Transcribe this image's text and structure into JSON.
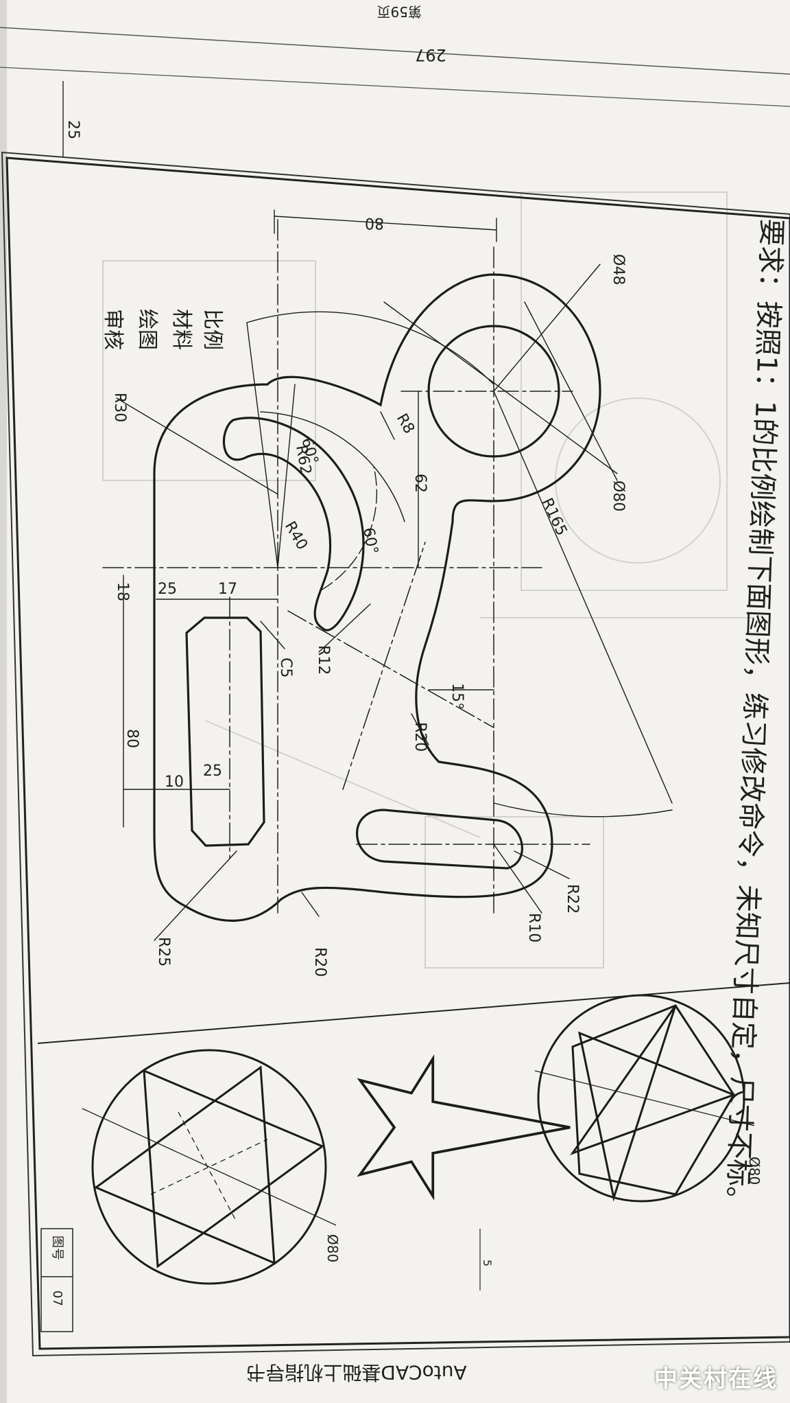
{
  "page": {
    "header_page_label": "第59页",
    "sheet_width_dim": "297",
    "margin_dim": "25",
    "requirement_text": "要求：按照1：1的比例绘制下面图形，练习修改命令，未知尺寸自定，尺寸不标。",
    "footer_book_title": "AutoCAD基础上机指导书",
    "figure_no_label": "图号",
    "figure_no_value": "07",
    "title_block_ghost": [
      "比例",
      "材料",
      "绘图",
      "审核"
    ],
    "bottom_small_dim": "5"
  },
  "main_drawing": {
    "dimensions": {
      "d80_top": "80",
      "phi48": "Ø48",
      "phi80": "Ø80",
      "r165": "R165",
      "r8": "R8",
      "r62": "R62",
      "r40": "R40",
      "d62": "62",
      "angle60_a": "60°",
      "angle60_b": "60°",
      "r30": "R30",
      "d18": "18",
      "d25_top": "25",
      "d17": "17",
      "c5": "C5",
      "r12": "R12",
      "angle15": "15°",
      "r20_mid": "R20",
      "d80_left": "80",
      "d10": "10",
      "d25_bottom": "25",
      "r25": "R25",
      "r20_bottom": "R20",
      "r10": "R10",
      "r22": "R22"
    }
  },
  "small_figures": {
    "hexagram_dim": "Ø80",
    "pentagram_dim": "Ø80"
  },
  "watermark": {
    "text": "中关村在线"
  },
  "colors": {
    "paper": "#f4f3ef",
    "ink": "#1c1c1c",
    "ghost": "#c9c7c2"
  }
}
